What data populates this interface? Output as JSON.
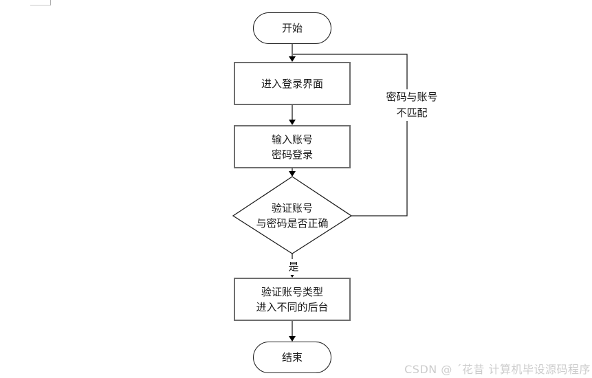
{
  "flowchart": {
    "title": "login-verification-flow",
    "nodes": {
      "start": {
        "type": "terminator",
        "label": "开始"
      },
      "enter_login": {
        "type": "process",
        "label": "进入登录界面"
      },
      "input_credentials": {
        "type": "process",
        "label": "输入账号\n密码登录"
      },
      "verify_credentials": {
        "type": "decision",
        "label": "验证账号\n与密码是否正确"
      },
      "verify_account_type": {
        "type": "process",
        "label": "验证账号类型\n进入不同的后台"
      },
      "end": {
        "type": "terminator",
        "label": "结束"
      }
    },
    "edge_labels": {
      "yes": "是",
      "mismatch": "密码与账号\n不匹配"
    },
    "colors": {
      "line": "#1f1f1f",
      "process_border": "#6e6e6e",
      "terminator_border": "#1f1f1f",
      "text": "#1a1a1a",
      "watermark": "#cccccc"
    }
  },
  "watermark": {
    "text": "CSDN @ ´花昔 计算机毕设源码程序"
  }
}
